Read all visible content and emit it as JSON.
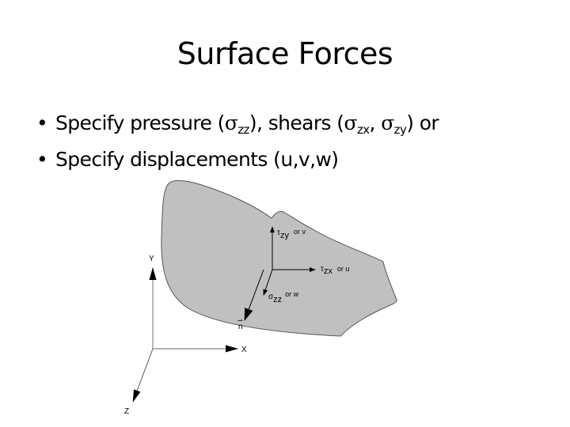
{
  "slide": {
    "title": "Surface Forces",
    "bullets": [
      {
        "marker": "•",
        "prefix": "Specify pressure (",
        "sym1": "σ",
        "sub1": "zz",
        "mid": "), shears (",
        "sym2": "σ",
        "sub2": "zx",
        "sep": ", ",
        "sym3": "σ",
        "sub3": "zy",
        "suffix": ") or"
      },
      {
        "marker": "•",
        "text": "Specify displacements (u,v,w)"
      }
    ]
  },
  "diagram": {
    "fill_color": "#c0c0c0",
    "outline_color": "#555555",
    "axes": {
      "x_label": "X",
      "y_label": "Y",
      "z_label": "Z"
    },
    "labels": {
      "tau_zy_symbol": "τ",
      "tau_zy_sub": "zy",
      "tau_zy_alt": "or v",
      "tau_zx_symbol": "τ",
      "tau_zx_sub": "zx",
      "tau_zx_alt": "or u",
      "sigma_zz_symbol": "σ",
      "sigma_zz_sub": "zz",
      "sigma_zz_alt": "or w",
      "normal_label": "n",
      "normal_overline": "⇀"
    }
  }
}
